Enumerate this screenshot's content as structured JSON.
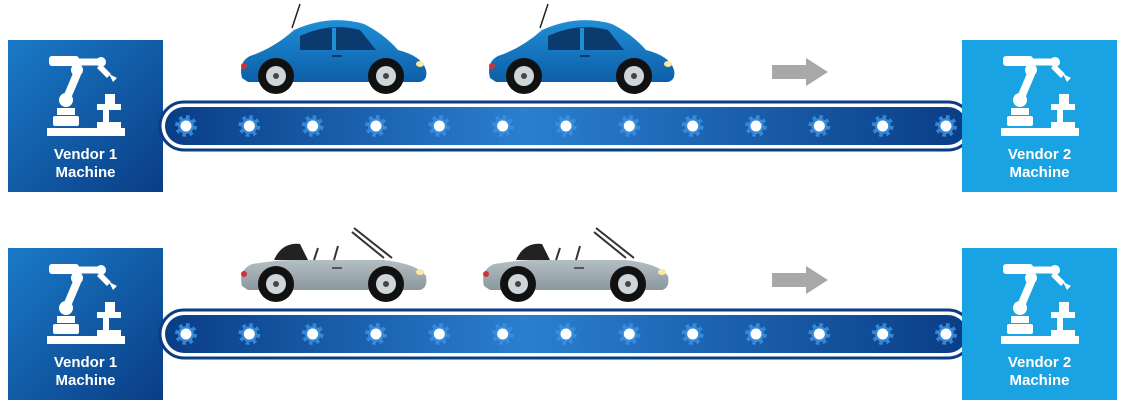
{
  "colors": {
    "vendor1_dark": "#0a3d86",
    "vendor1_light": "#1a7ac7",
    "vendor2": "#1aa3e3",
    "belt_dark": "#0a3d86",
    "belt_light": "#2a7fcf",
    "car_blue": "#1f8fd6",
    "car_gray": "#b4bfc4",
    "arrow_gray": "#a8a8a8"
  },
  "rows": [
    {
      "car_type": "hatchback",
      "vendor_left": {
        "line1": "Vendor 1",
        "line2": "Machine"
      },
      "vendor_right": {
        "line1": "Vendor 2",
        "line2": "Machine"
      },
      "icons": {
        "robot": "robot-arm-icon",
        "gear": "gear-icon",
        "arrow": "arrow-right-icon",
        "car": "car-icon"
      }
    },
    {
      "car_type": "convertible",
      "vendor_left": {
        "line1": "Vendor 1",
        "line2": "Machine"
      },
      "vendor_right": {
        "line1": "Vendor 2",
        "line2": "Machine"
      },
      "icons": {
        "robot": "robot-arm-icon",
        "gear": "gear-icon",
        "arrow": "arrow-right-icon",
        "car": "convertible-car-icon"
      }
    }
  ]
}
